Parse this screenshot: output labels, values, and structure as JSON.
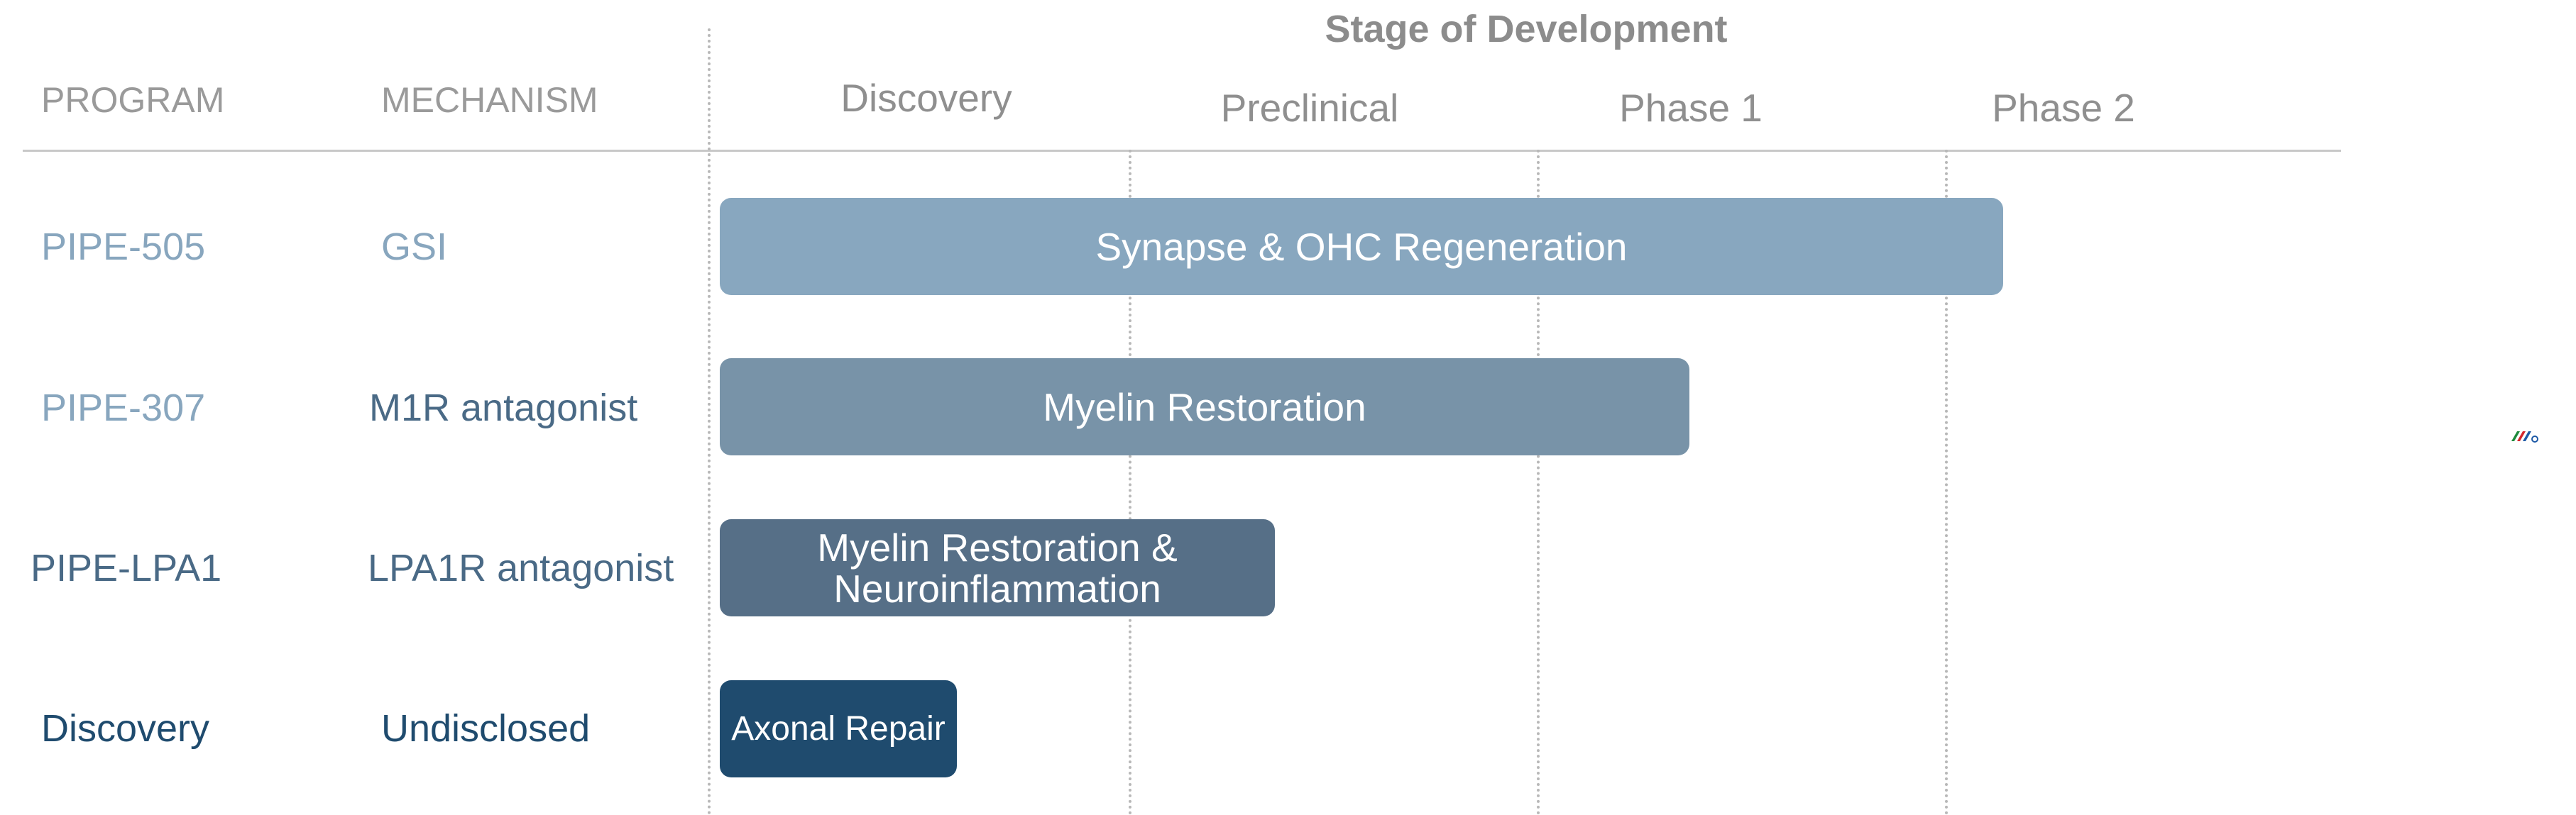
{
  "header": {
    "stage_title": "Stage of Development",
    "program": "PROGRAM",
    "mechanism": "MECHANISM",
    "phases": [
      "Discovery",
      "Preclinical",
      "Phase 1",
      "Phase 2"
    ]
  },
  "rows": [
    {
      "program": "PIPE-505",
      "mechanism": "GSI",
      "bar": "Synapse & OHC Regeneration",
      "stage_progress": 0.867
    },
    {
      "program": "PIPE-307",
      "mechanism": "M1R antagonist",
      "bar": "Myelin Restoration",
      "stage_progress": 0.655
    },
    {
      "program": "PIPE-LPA1",
      "mechanism": "LPA1R antagonist",
      "bar": "Myelin Restoration &\nNeuroinflammation",
      "stage_progress": 0.375
    },
    {
      "program": "Discovery",
      "mechanism": "Undisclosed",
      "bar": "Axonal Repair",
      "stage_progress": 0.16
    }
  ],
  "colors": {
    "program_text": [
      "#88a6be",
      "#88a6be",
      "#4a6a86",
      "#1f4b6e"
    ],
    "mechanism_text": [
      "#88a6be",
      "#4a6a86",
      "#4a6a86",
      "#1f4b6e"
    ],
    "bar_fill": [
      "#88a7bf",
      "#7893a8",
      "#566f87",
      "#1f4b6e"
    ]
  },
  "logo": {
    "icon": "company-logo-icon"
  }
}
